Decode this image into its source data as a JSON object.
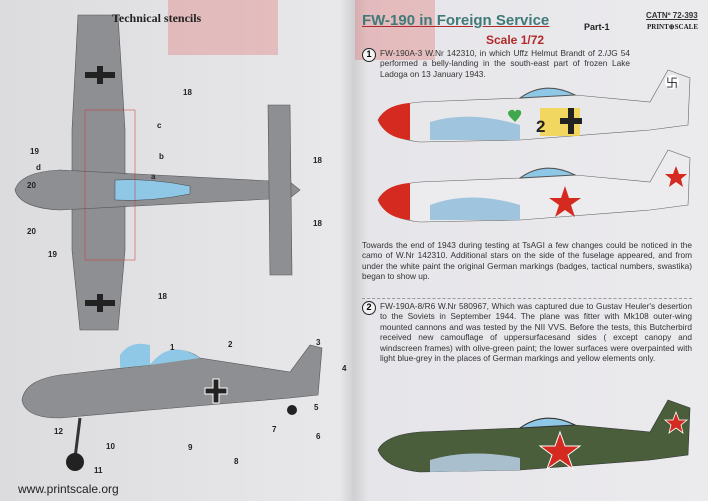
{
  "left_panel": {
    "title": "Technical stencils",
    "labels_top": [
      "18",
      "c",
      "19",
      "d",
      "b",
      "20",
      "a",
      "18",
      "18",
      "20",
      "19",
      "18"
    ],
    "labels_side": [
      "1",
      "2",
      "3",
      "4",
      "5",
      "6",
      "7",
      "8",
      "9",
      "10",
      "11",
      "12"
    ],
    "website": "www.printscale.org"
  },
  "header": {
    "title": "FW-190 in Foreign Service",
    "part": "Part-1",
    "scale": "Scale 1/72",
    "catalog": "CATNº 72-393",
    "brand": "PRINT⊕SCALE"
  },
  "schemes": [
    {
      "number": "1",
      "text": "FW-190A-3 W.Nr 142310, in which Uffz Helmut Brandt of 2./JG 54 performed a belly-landing in the south-east part of frozen Lake Ladoga on 13 January 1943.",
      "fuselage_code": "2"
    },
    {
      "number": "2",
      "text": "FW-190A-8/R6 W.Nr 580967, Which was captured due to Gustav Heuler's desertion to the Soviets in September 1944. The plane was fitter with Mk108 outer-wing mounted cannons and was tested by the NII VVS. Before the tests, this Butcherbird received new camouflage of uppersurfacesand sides ( except canopy and windscreen frames) with olive-green paint; the lower surfaces were overpainted with light blue-grey in the places of German markings and yellow elements only."
    }
  ],
  "note": "Towards the end of 1943 during testing at TsAGI a few changes could be noticed in the camo of W.Nr 142310. Additional stars on the side of the fuselage appeared, and from under the white paint the original German markings (badges, tactical numbers, swastika) began to show up.",
  "colors": {
    "grey": "#8e8f93",
    "olive": "#4a5e3c",
    "red": "#d42a20",
    "title": "#3f7a78"
  }
}
